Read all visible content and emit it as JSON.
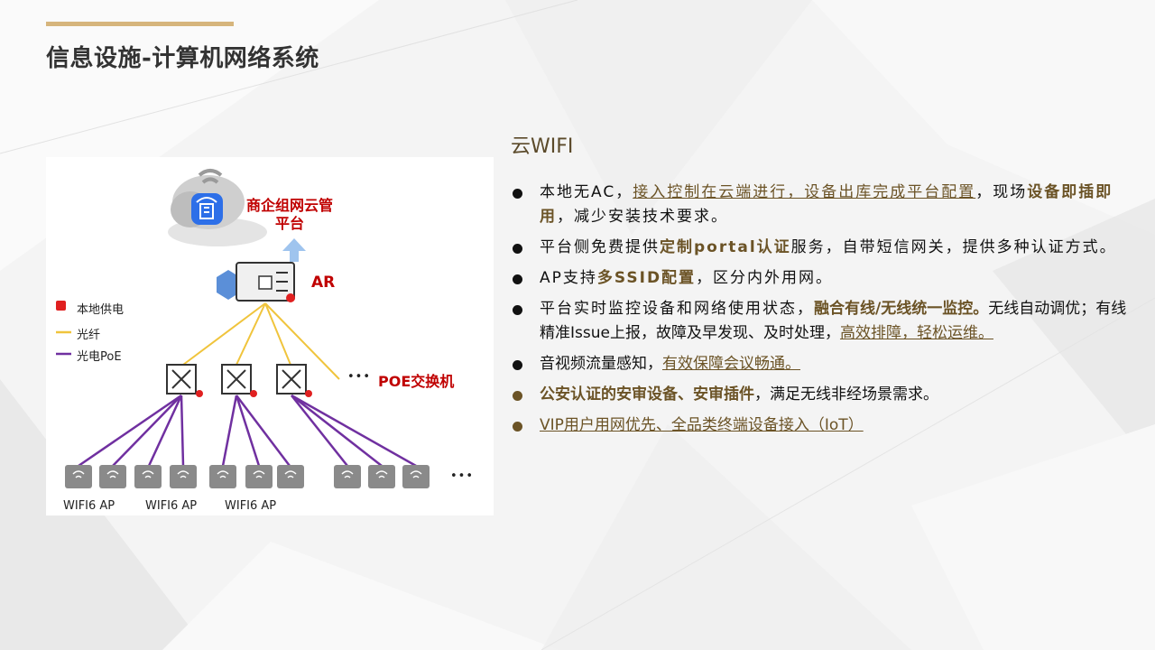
{
  "page": {
    "title": "信息设施-计算机网络系统",
    "accent_color": "#d6b57c"
  },
  "diagram": {
    "cloud_label_line1": "商企组网云管",
    "cloud_label_line2": "平台",
    "router_label": "AR",
    "switch_label": "POE交换机",
    "legend": {
      "power": "本地供电",
      "fiber": "光纤",
      "poe": "光电PoE"
    },
    "ellipsis": "•••",
    "ap_labels": [
      "WIFI6 AP",
      "WIFI6 AP",
      "WIFI6 AP"
    ],
    "colors": {
      "fiber": "#f0c43c",
      "poe": "#7030a0",
      "label_red": "#c00000",
      "power_red": "#e02020"
    }
  },
  "content": {
    "section_title": "云WIFI",
    "b1": {
      "p1": "本地无AC，",
      "link": "接入控制在云端进行，设备出库完成平台配置",
      "p2": "，现场",
      "bold": "设备即插即用",
      "p3": "，减少安装技术要求。"
    },
    "b2": {
      "p1": "平台侧免费提供",
      "bold": "定制portal认证",
      "p2": "服务，自带短信网关，提供多种认证方式。"
    },
    "b3": {
      "p1": "AP支持",
      "bold": "多SSID配置",
      "p2": "，区分内外用网。"
    },
    "b4": {
      "p1": "平台实时监控设备和网络使用状态，",
      "bold": "融合有线/无线统一监控。",
      "p2": "无线自动调优；有线精准Issue上报，故障及早发现、及时处理，",
      "link": "高效排障，轻松运维。"
    },
    "b5": {
      "p1": "音视频流量感知，",
      "link": "有效保障会议畅通。"
    },
    "b6": {
      "bold": "公安认证的安审设备、安审插件",
      "p1": "，满足无线非经场景需求。"
    },
    "b7": {
      "link": "VIP用户用网优先、全品类终端设备接入（IoT）"
    }
  }
}
